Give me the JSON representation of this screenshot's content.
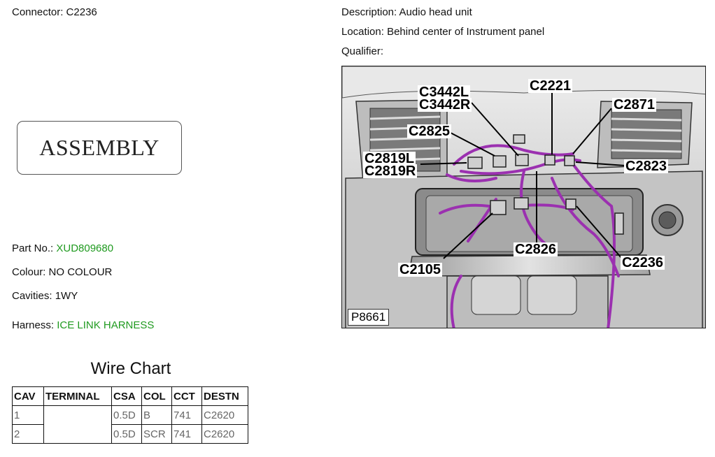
{
  "connector": {
    "label": "Connector:",
    "value": "C2236"
  },
  "description": {
    "label": "Description:",
    "value": "Audio head unit"
  },
  "location": {
    "label": "Location:",
    "value": "Behind center of Instrument panel"
  },
  "qualifier": {
    "label": "Qualifier:",
    "value": ""
  },
  "assembly": {
    "text": "ASSEMBLY"
  },
  "part": {
    "label": "Part No.:",
    "value": "XUD809680"
  },
  "colour": {
    "label": "Colour:",
    "value": "NO COLOUR"
  },
  "cavities": {
    "label": "Cavities:",
    "value": "1WY"
  },
  "harness": {
    "label": "Harness:",
    "value": "ICE LINK HARNESS"
  },
  "wire_chart": {
    "title": "Wire Chart",
    "headers": [
      "CAV",
      "TERMINAL",
      "CSA",
      "COL",
      "CCT",
      "DESTN"
    ],
    "rows": [
      [
        "1",
        "",
        "0.5D",
        "B",
        "741",
        "C2620"
      ],
      [
        "2",
        "",
        "0.5D",
        "SCR",
        "741",
        "C2620"
      ]
    ]
  },
  "diagram": {
    "figure_id": "P8661",
    "callouts": {
      "c3442l": "C3442L",
      "c3442r": "C3442R",
      "c2221": "C2221",
      "c2871": "C2871",
      "c2825": "C2825",
      "c2819l": "C2819L",
      "c2819r": "C2819R",
      "c2823": "C2823",
      "c2826": "C2826",
      "c2105": "C2105",
      "c2236": "C2236"
    },
    "colors": {
      "harness": "#9b30b0",
      "panel": "#d9d9d9"
    }
  }
}
